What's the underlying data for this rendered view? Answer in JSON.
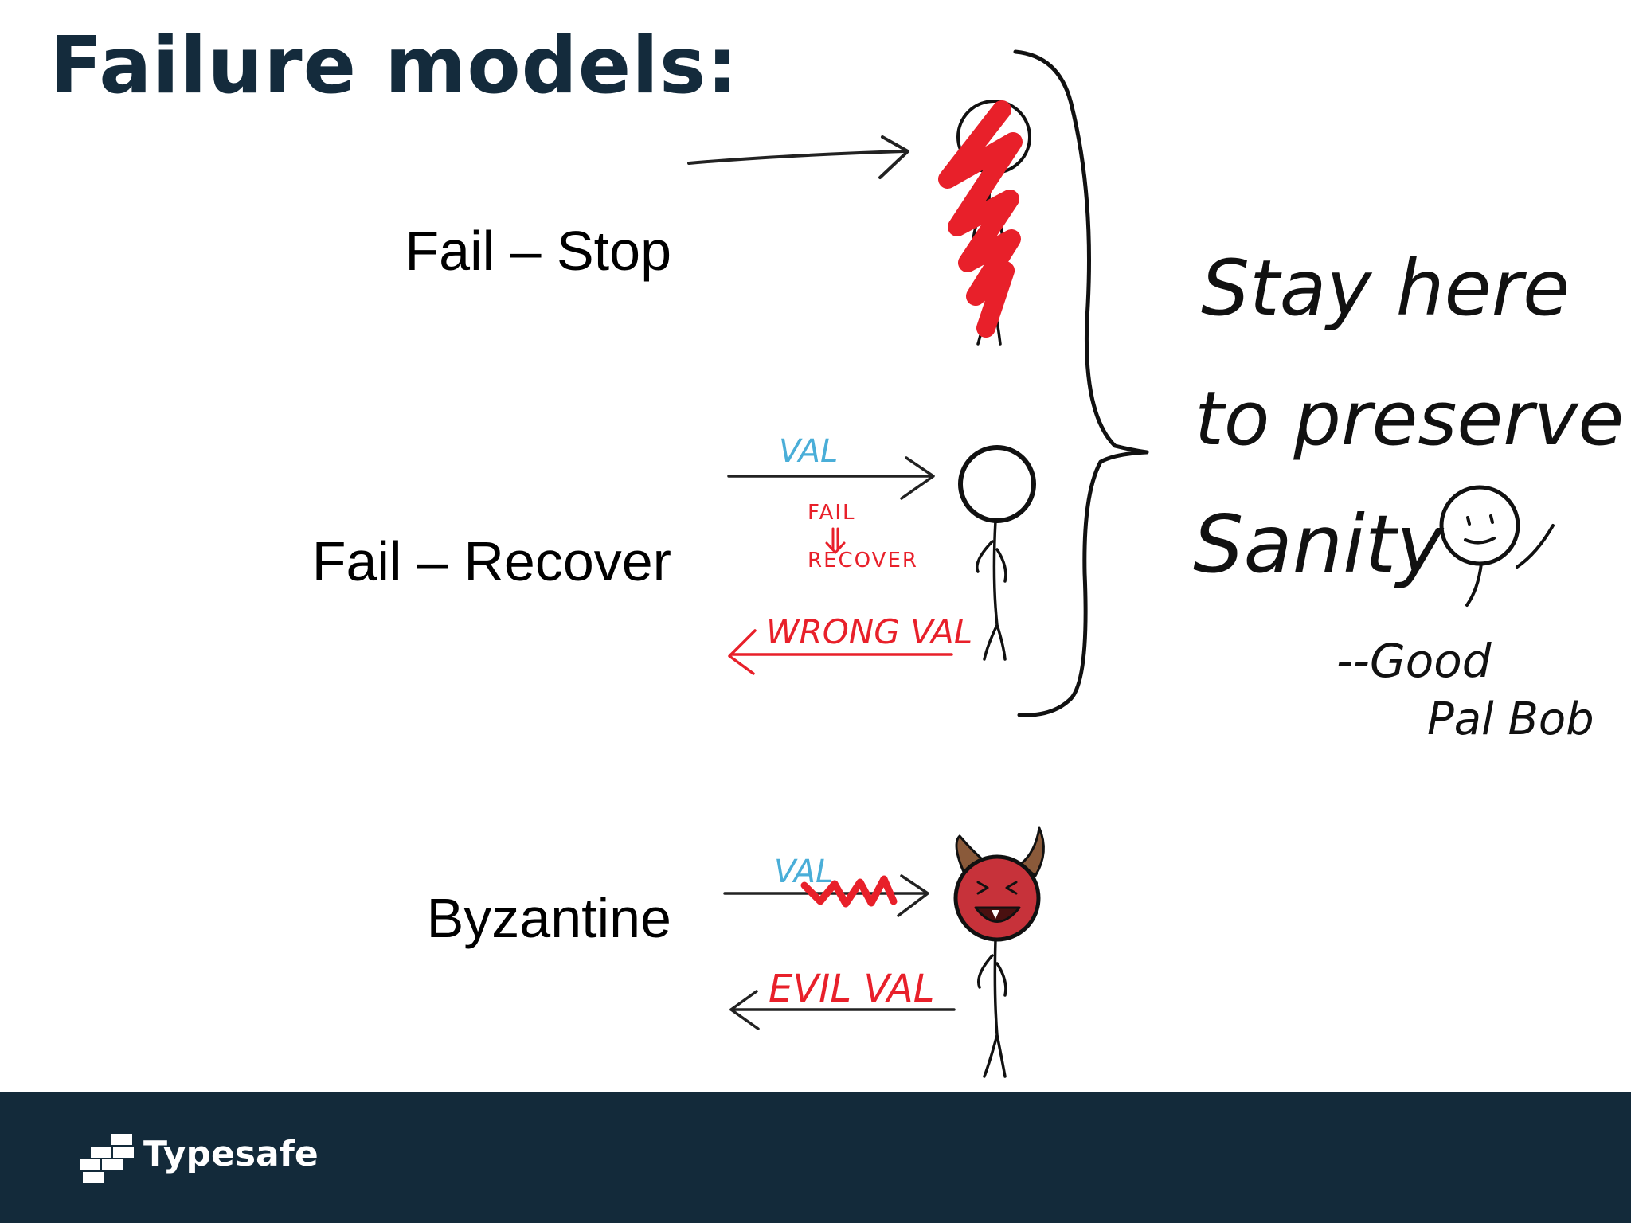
{
  "slide": {
    "title": "Failure models:",
    "models": [
      {
        "label": "Fail – Stop"
      },
      {
        "label": "Fail – Recover"
      },
      {
        "label": "Byzantine"
      }
    ]
  },
  "sketch": {
    "recover": {
      "val": "VAL",
      "fail": "FAIL",
      "recover": "RECOVER",
      "wrong_val": "WRONG VAL"
    },
    "byzantine": {
      "val": "VAL",
      "evil_val": "EVIL VAL"
    },
    "note": {
      "line1": "Stay here",
      "line2": "to preserve",
      "line3": "Sanity",
      "signature_line1": "--Good",
      "signature_line2": "Pal Bob"
    }
  },
  "footer": {
    "brand": "Typesafe"
  },
  "colors": {
    "title": "#142b3c",
    "footer_bg": "#132a3a",
    "ink": "#111111",
    "red": "#e8202a",
    "blue": "#4aaed8",
    "devil_face": "#c7323a",
    "devil_horn": "#8a5a3a"
  }
}
